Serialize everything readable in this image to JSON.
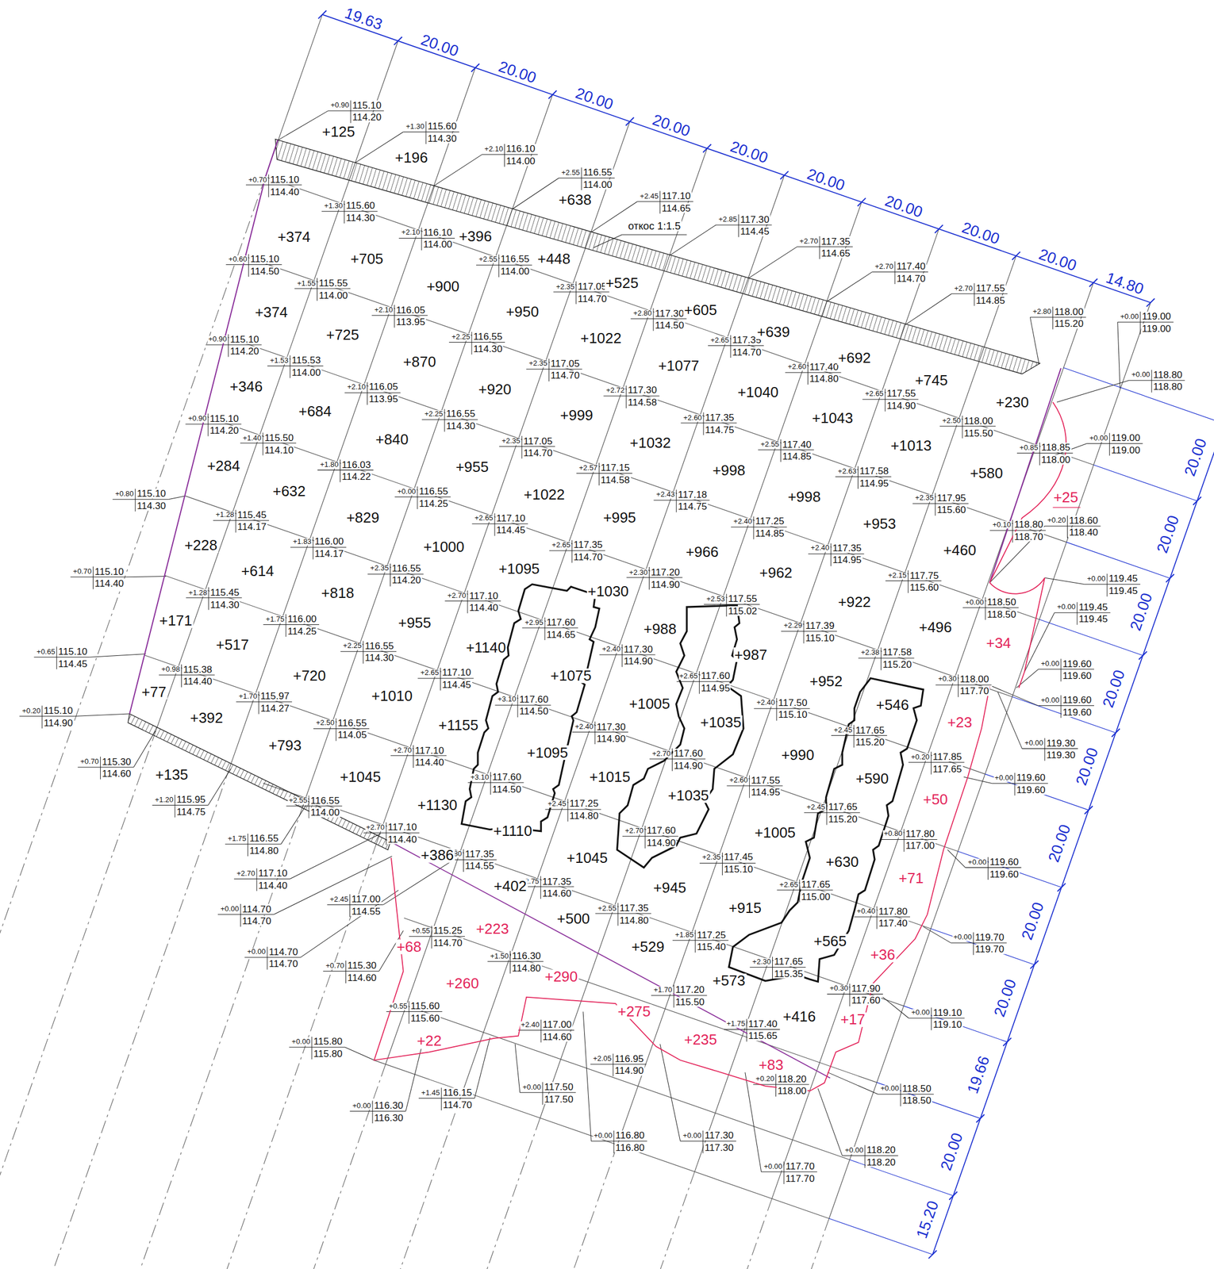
{
  "diagram": {
    "labels": [
      "19.63",
      "20.00",
      "20.00",
      "20.00",
      "20.00",
      "20.00",
      "20.00",
      "20.00",
      "20.00",
      "20.00",
      "14.80",
      "20.00",
      "20.00",
      "20.00",
      "20.00",
      "20.00",
      "20.00",
      "20.00",
      "20.00",
      "19.66",
      "20.00",
      "15.20",
      "откос 1:1.5",
      "+0.90",
      "115.10",
      "114.20",
      "+1.30",
      "115.60",
      "114.30",
      "+2.10",
      "116.10",
      "114.00",
      "+2.55",
      "116.55",
      "114.00",
      "+2.45",
      "117.10",
      "114.65",
      "+2.85",
      "117.30",
      "114.45",
      "+2.70",
      "117.35",
      "114.65",
      "+2.70",
      "117.40",
      "114.70",
      "+2.70",
      "117.55",
      "114.85",
      "+2.80",
      "118.00",
      "115.20",
      "+0.00",
      "119.00",
      "119.00",
      "+0.00",
      "118.80",
      "118.80",
      "+0.00",
      "119.00",
      "119.00",
      "+0.20",
      "118.60",
      "118.40",
      "+0.00",
      "119.45",
      "119.45",
      "+0.00",
      "119.45",
      "119.45",
      "+0.00",
      "119.60",
      "119.60",
      "+0.00",
      "119.60",
      "119.60",
      "+0.00",
      "119.30",
      "119.30",
      "+0.00",
      "119.60",
      "119.60",
      "+0.00",
      "119.60",
      "119.60",
      "+0.00",
      "119.70",
      "119.70",
      "+0.00",
      "119.10",
      "119.10",
      "+0.00",
      "118.50",
      "118.50",
      "+0.00",
      "118.20",
      "118.20",
      "+0.00",
      "117.70",
      "117.70",
      "+0.00",
      "117.30",
      "117.30",
      "+0.00",
      "116.80",
      "116.80",
      "+0.00",
      "117.50",
      "117.50",
      "+1.45",
      "116.15",
      "114.70",
      "+0.00",
      "116.30",
      "116.30",
      "+0.00",
      "115.80",
      "115.80",
      "+0.70",
      "115.10",
      "114.40",
      "+1.30",
      "115.60",
      "114.30",
      "+2.10",
      "116.10",
      "114.00",
      "+2.55",
      "116.55",
      "114.00",
      "+2.35",
      "117.05",
      "114.70",
      "+2.80",
      "117.30",
      "114.50",
      "+2.65",
      "117.35",
      "114.70",
      "+2.60",
      "117.40",
      "114.80",
      "+2.65",
      "117.55",
      "114.90",
      "+2.50",
      "118.00",
      "115.50",
      "+0.85",
      "118.85",
      "118.00",
      "+0.60",
      "115.10",
      "114.50",
      "+1.55",
      "115.55",
      "114.00",
      "+2.10",
      "116.05",
      "113.95",
      "+2.25",
      "116.55",
      "114.30",
      "+2.35",
      "117.05",
      "114.70",
      "+2.72",
      "117.30",
      "114.58",
      "+2.60",
      "117.35",
      "114.75",
      "+2.55",
      "117.40",
      "114.85",
      "+2.63",
      "117.58",
      "114.95",
      "+2.35",
      "117.95",
      "115.60",
      "+0.10",
      "118.80",
      "118.70",
      "+0.90",
      "115.10",
      "114.20",
      "+1.53",
      "115.53",
      "114.00",
      "+2.10",
      "116.05",
      "113.95",
      "+2.25",
      "116.55",
      "114.30",
      "+2.35",
      "117.05",
      "114.70",
      "+2.57",
      "117.15",
      "114.58",
      "+2.43",
      "117.18",
      "114.75",
      "+2.40",
      "117.25",
      "114.85",
      "+2.40",
      "117.35",
      "114.95",
      "+2.15",
      "117.75",
      "115.60",
      "+0.00",
      "118.50",
      "118.50",
      "+0.90",
      "115.10",
      "114.20",
      "+1.40",
      "115.50",
      "114.10",
      "+1.80",
      "116.03",
      "114.22",
      "+0.00",
      "116.55",
      "114.25",
      "+2.65",
      "117.10",
      "114.45",
      "+2.65",
      "117.35",
      "114.70",
      "+2.30",
      "117.20",
      "114.90",
      "+2.53",
      "117.55",
      "115.02",
      "+2.29",
      "117.39",
      "115.10",
      "+2.38",
      "117.58",
      "115.20",
      "+0.30",
      "118.00",
      "117.70",
      "+1.28",
      "115.45",
      "114.17",
      "+1.83",
      "116.00",
      "114.17",
      "+2.35",
      "116.55",
      "114.20",
      "+2.70",
      "117.10",
      "114.40",
      "+2.95",
      "117.60",
      "114.65",
      "+2.40",
      "117.30",
      "114.90",
      "+2.65",
      "117.60",
      "114.95",
      "+2.40",
      "117.50",
      "115.10",
      "+2.45",
      "117.65",
      "115.20",
      "+0.20",
      "117.85",
      "117.65",
      "+1.28",
      "115.45",
      "114.30",
      "+1.75",
      "116.00",
      "114.25",
      "+2.25",
      "116.55",
      "114.30",
      "+2.65",
      "117.10",
      "114.45",
      "+3.10",
      "117.60",
      "114.50",
      "+2.40",
      "117.30",
      "114.90",
      "+2.70",
      "117.60",
      "114.90",
      "+2.60",
      "117.55",
      "114.95",
      "+2.45",
      "117.65",
      "115.20",
      "+0.80",
      "117.80",
      "117.00",
      "+0.98",
      "115.38",
      "114.40",
      "+1.70",
      "115.97",
      "114.27",
      "+2.50",
      "116.55",
      "114.05",
      "+2.70",
      "117.10",
      "114.40",
      "+3.10",
      "117.60",
      "114.50",
      "+2.45",
      "117.25",
      "114.80",
      "+2.70",
      "117.60",
      "114.90",
      "+2.35",
      "117.45",
      "115.10",
      "+2.65",
      "117.65",
      "115.00",
      "+0.40",
      "117.80",
      "117.40",
      "+2.55",
      "116.55",
      "114.00",
      "+2.70",
      "117.10",
      "114.40",
      "+2.80",
      "117.35",
      "114.55",
      "+2.75",
      "117.35",
      "114.60",
      "+2.55",
      "117.35",
      "114.80",
      "+1.85",
      "117.25",
      "115.40",
      "+2.30",
      "117.65",
      "115.35",
      "+0.30",
      "117.90",
      "117.60",
      "+0.80",
      "115.10",
      "114.30",
      "+0.70",
      "115.10",
      "114.40",
      "+0.65",
      "115.10",
      "114.45",
      "+0.20",
      "115.10",
      "114.90",
      "+0.70",
      "115.30",
      "114.60",
      "+1.20",
      "115.95",
      "114.75",
      "+1.75",
      "116.55",
      "114.80",
      "+2.70",
      "117.10",
      "114.40",
      "+2.45",
      "117.00",
      "114.55",
      "+0.00",
      "114.70",
      "114.70",
      "+0.00",
      "114.70",
      "114.70",
      "+0.70",
      "115.30",
      "114.60",
      "+0.55",
      "115.25",
      "114.70",
      "+1.50",
      "116.30",
      "114.80",
      "+1.70",
      "117.20",
      "115.50",
      "+1.75",
      "117.40",
      "115.65",
      "+0.20",
      "118.20",
      "118.00",
      "+0.55",
      "115.60",
      "115.60",
      "+2.40",
      "117.00",
      "114.60",
      "+2.05",
      "116.95",
      "114.90",
      "+125",
      "+196",
      "+638",
      "+374",
      "+705",
      "+396",
      "+448",
      "+525",
      "+605",
      "+639",
      "+692",
      "+745",
      "+230",
      "+374",
      "+725",
      "+900",
      "+950",
      "+1022",
      "+1077",
      "+1040",
      "+1043",
      "+1013",
      "+580",
      "+346",
      "+684",
      "+870",
      "+920",
      "+999",
      "+1032",
      "+998",
      "+998",
      "+953",
      "+460",
      "+284",
      "+632",
      "+840",
      "+955",
      "+1022",
      "+995",
      "+966",
      "+962",
      "+922",
      "+496",
      "+228",
      "+614",
      "+829",
      "+1000",
      "+1095",
      "+1030",
      "+988",
      "+987",
      "+952",
      "+546",
      "+171",
      "+517",
      "+818",
      "+955",
      "+1140",
      "+1075",
      "+1005",
      "+1035",
      "+990",
      "+590",
      "+77",
      "+392",
      "+720",
      "+1010",
      "+1155",
      "+1095",
      "+1015",
      "+1035",
      "+1005",
      "+630",
      "+135",
      "+793",
      "+1045",
      "+1130",
      "+1110",
      "+1045",
      "+945",
      "+915",
      "+565",
      "+386",
      "+402",
      "+500",
      "+529",
      "+573",
      "+416",
      "+25",
      "+34",
      "+23",
      "+50",
      "+71",
      "+36",
      "+17",
      "+68",
      "+223",
      "+260",
      "+290",
      "+275",
      "+235",
      "+83",
      "+22"
    ]
  }
}
